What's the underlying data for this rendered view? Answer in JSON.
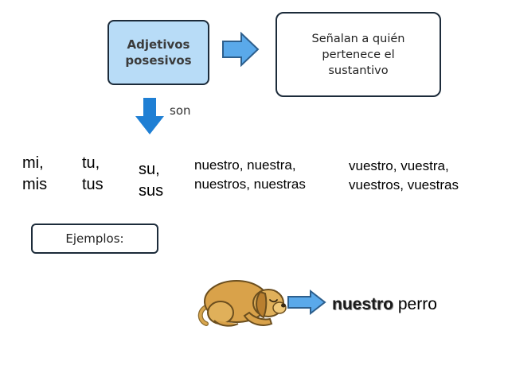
{
  "concept_box": {
    "label": "Adjetivos posesivos",
    "fill": "#b8dcf7"
  },
  "definition_box": {
    "label": "Señalan a quién pertenece el sustantivo"
  },
  "connector_label": "son",
  "possessives": [
    {
      "text": "mi,\nmis"
    },
    {
      "text": "tu,\ntus"
    },
    {
      "text": "su,\nsus"
    },
    {
      "text": "nuestro, nuestra,\nnuestros, nuestras"
    },
    {
      "text": "vuestro, vuestra,\nvuestros, vuestras"
    }
  ],
  "examples_box": {
    "label": "Ejemplos:"
  },
  "example": {
    "highlight": "nuestro",
    "rest": " perro",
    "image": "sleeping-dog"
  },
  "colors": {
    "arrow_fill": "#5aa9ea",
    "arrow_down": "#1f7fd4",
    "border": "#1c2b3a"
  }
}
